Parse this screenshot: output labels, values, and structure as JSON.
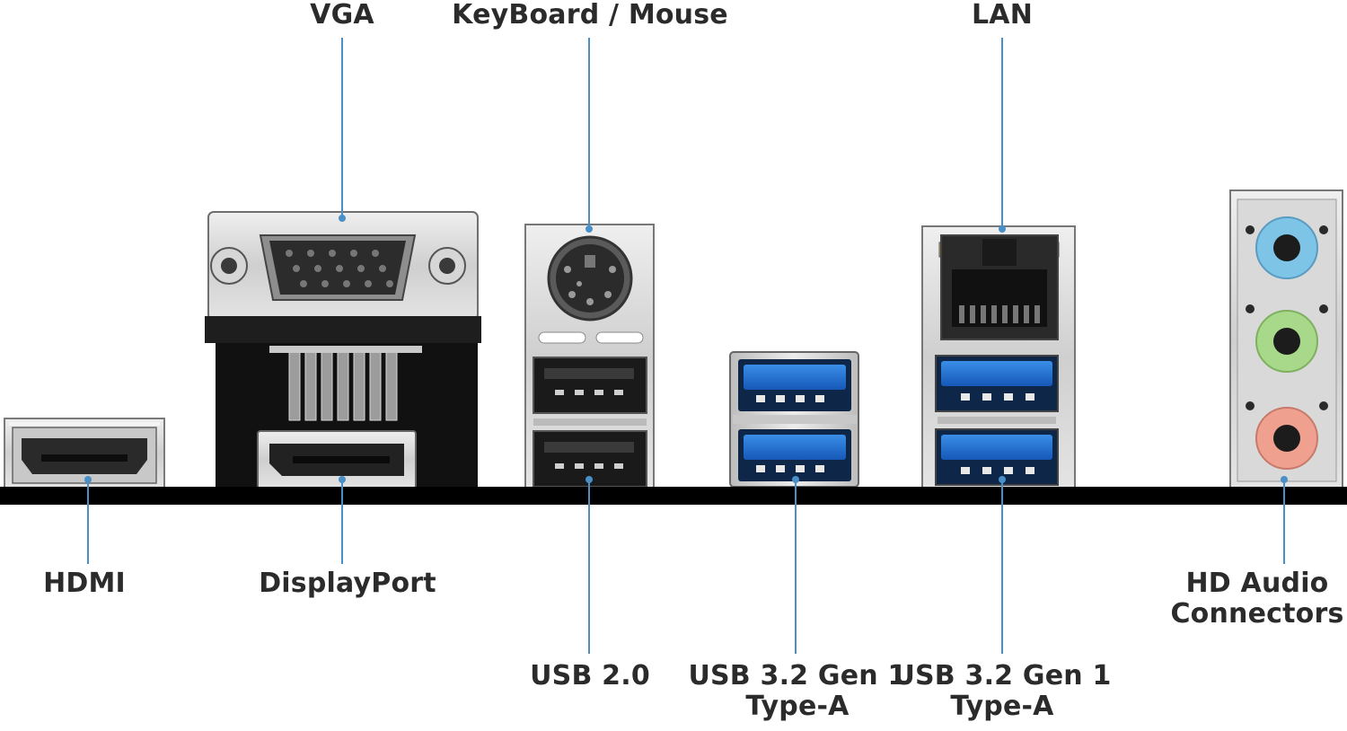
{
  "labels": {
    "vga": "VGA",
    "keyboard_mouse": "KeyBoard / Mouse",
    "lan": "LAN",
    "hdmi": "HDMI",
    "displayport": "DisplayPort",
    "usb20": "USB 2.0",
    "usb32_mid": {
      "line1": "USB 3.2 Gen 1",
      "line2": "Type-A"
    },
    "usb32_lan": {
      "line1": "USB 3.2 Gen 1",
      "line2": "Type-A"
    },
    "hd_audio": {
      "line1": "HD Audio",
      "line2": "Connectors"
    }
  },
  "colors": {
    "leader_line": "#4a90c8",
    "base_bar": "#000000",
    "metal": "#d8d8d8",
    "usb3_blue": "#1f6fd1",
    "audio_blue": "#7ec4e6",
    "audio_green": "#a8d88a",
    "audio_pink": "#f0a08e"
  }
}
